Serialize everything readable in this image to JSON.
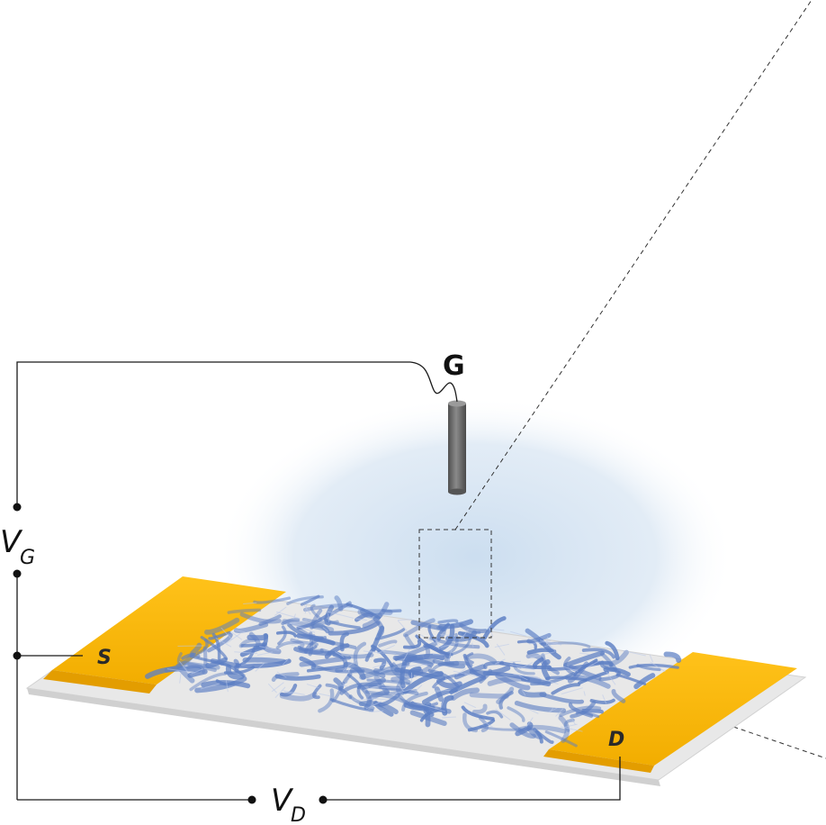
{
  "labels": {
    "gate": "G",
    "gate_voltage": "V",
    "gate_voltage_sub": "G",
    "drain_voltage": "V",
    "drain_voltage_sub": "D",
    "source_pad": "S",
    "drain_pad": "D"
  },
  "colors": {
    "electrode_gold": "#f7b500",
    "electrode_gold_edge": "#e39d00",
    "substrate": "#e6e6e6",
    "nanowire_blue": "#5d7fc4",
    "electrolyte_glow": "#c9dcef",
    "gate_electrode": "#6b6b6b",
    "wire": "#1a1a1a"
  },
  "icons": {
    "gate_electrode": "rod-icon",
    "terminal": "dot-icon"
  }
}
